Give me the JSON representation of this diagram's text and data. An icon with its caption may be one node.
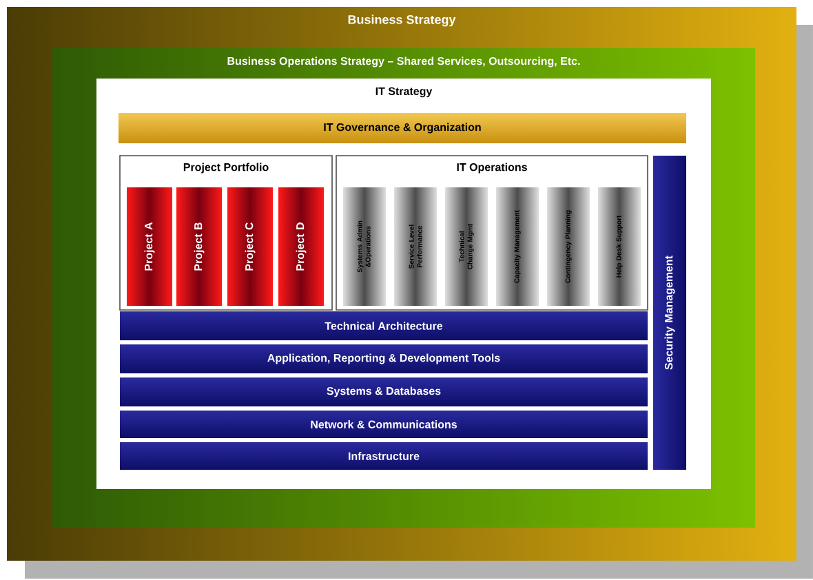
{
  "diagram": {
    "nodes": [
      {
        "text": [
          "Business Strategy"
        ]
      },
      {
        "text": [
          "Business Operations Strategy – Shared Services, Outsourcing, Etc."
        ],
        "in": 0
      },
      {
        "text": [
          "IT Strategy"
        ],
        "in": 1
      },
      {
        "text": [
          "IT Governance & Organization"
        ],
        "in": 2
      },
      {
        "text": [
          "Project Portfolio"
        ],
        "in": 2
      },
      {
        "text": [
          "Project A"
        ],
        "in": 4
      },
      {
        "text": [
          "Project B"
        ],
        "in": 4
      },
      {
        "text": [
          "Project C"
        ],
        "in": 4
      },
      {
        "text": [
          "Project D"
        ],
        "in": 4
      },
      {
        "text": [
          "IT Operations"
        ],
        "in": 2
      },
      {
        "text": [
          "Systems Admin &Operations"
        ],
        "in": 9
      },
      {
        "text": [
          "Service Level Performance"
        ],
        "in": 9
      },
      {
        "text": [
          "Technical Change Mgmt"
        ],
        "in": 9
      },
      {
        "text": [
          "Capacity Management"
        ],
        "in": 9
      },
      {
        "text": [
          "Contingency Planning"
        ],
        "in": 9
      },
      {
        "text": [
          "Help Desk Support"
        ],
        "in": 9
      },
      {
        "text": [
          "Security Management"
        ],
        "in": 2
      },
      {
        "text": [
          "Technical Architecture"
        ],
        "in": 2
      },
      {
        "text": [
          "Application, Reporting & Development Tools"
        ],
        "in": 2
      },
      {
        "text": [
          "Systems & Databases"
        ],
        "in": 2
      },
      {
        "text": [
          "Network & Communications"
        ],
        "in": 2
      },
      {
        "text": [
          "Infrastructure"
        ],
        "in": 2
      }
    ]
  }
}
